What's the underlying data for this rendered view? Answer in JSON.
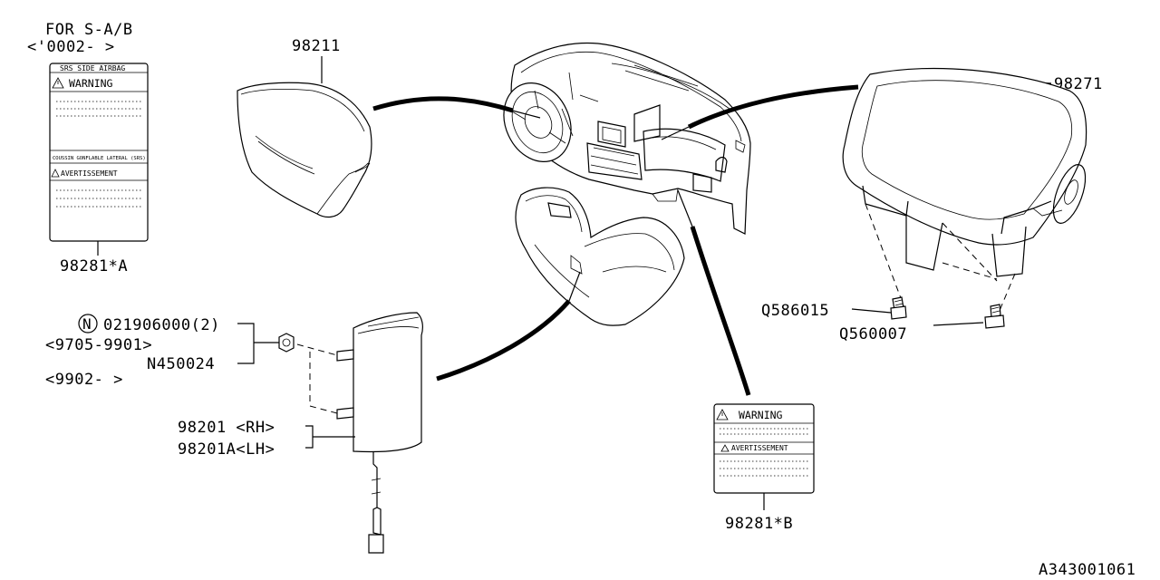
{
  "header": {
    "note_line1": "FOR S-A/B",
    "note_line2": "<'0002-    >"
  },
  "label_a": {
    "top_title": "SRS SIDE AIRBAG",
    "warning": "WARNING",
    "french_title": "COUSSIN GONFLABLE LATERAL (SRS)",
    "avertissement": "AVERTISSEMENT",
    "part": "98281*A"
  },
  "label_b": {
    "warning": "WARNING",
    "avertissement": "AVERTISSEMENT",
    "part": "98281*B"
  },
  "parts": {
    "steering_airbag": "98211",
    "passenger_airbag": "98271",
    "bolt_1": "Q586015",
    "bolt_2": "Q560007",
    "nut": "021906000(2)",
    "nut_marker": "N",
    "nut_range": "<9705-9901>",
    "nut_2": "N450024",
    "nut_2_range": "<9902-    >",
    "side_airbag_rh": "98201 <RH>",
    "side_airbag_lh": "98201A<LH>"
  },
  "footer": {
    "drawing_number": "A343001061"
  },
  "icons": [
    "warning-triangle-icon"
  ]
}
